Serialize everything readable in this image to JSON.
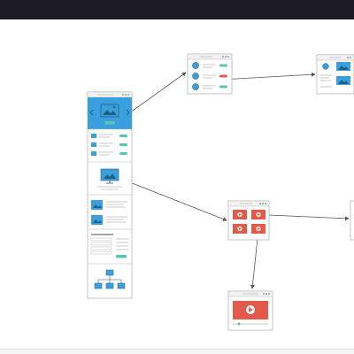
{
  "colors": {
    "topbar": "#1d1b26",
    "frame_border": "#b8b8b8",
    "frame_header": "#f2f2f2",
    "blue": "#3aa0dd",
    "blue_dark": "#2a6f9f",
    "red": "#e3594a",
    "teal": "#58c4b2",
    "line_gray": "#c9c9c9",
    "arrow": "#555555"
  },
  "icons": [
    "image-icon",
    "avatar-icon",
    "monitor-icon",
    "sitemap-icon",
    "video-play-icon"
  ],
  "frames": [
    {
      "id": "main-page",
      "type": "page-stack",
      "sections": [
        "hero-carousel",
        "feature-list",
        "monitor-section",
        "image-text",
        "text-form",
        "sitemap"
      ]
    },
    {
      "id": "users-list",
      "type": "avatar-list",
      "rows": 3
    },
    {
      "id": "gallery",
      "type": "image-cards",
      "rows": 2
    },
    {
      "id": "video-grid",
      "type": "video-thumbs",
      "count": 4
    },
    {
      "id": "video-player",
      "type": "video-player"
    },
    {
      "id": "offscreen-frame",
      "type": "partial"
    }
  ]
}
